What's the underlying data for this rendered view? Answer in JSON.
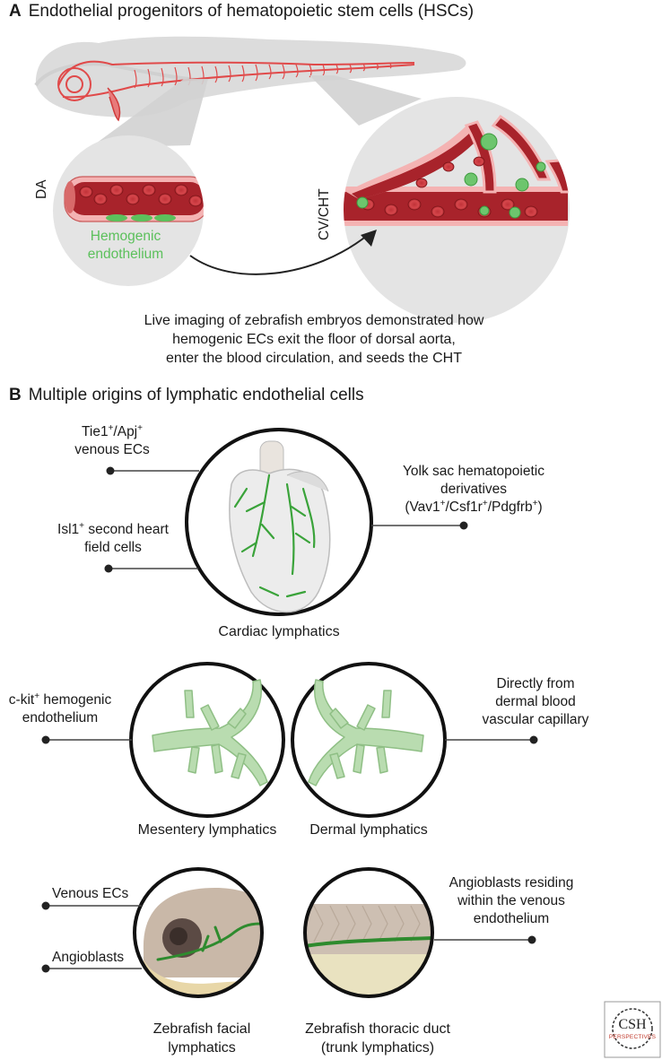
{
  "panel_a": {
    "letter": "A",
    "title": "Endothelial progenitors of hematopoietic stem cells (HSCs)",
    "label_da": "DA",
    "label_cvcht": "CV/CHT",
    "hemogenic_line1": "Hemogenic",
    "hemogenic_line2": "endothelium",
    "caption_line1": "Live imaging of zebrafish embryos demonstrated how",
    "caption_line2": "hemogenic ECs exit the floor of dorsal aorta,",
    "caption_line3": "enter the blood circulation, and seeds the CHT"
  },
  "panel_b": {
    "letter": "B",
    "title": "Multiple origins of lymphatic endothelial cells",
    "tie1_base": "Tie1",
    "tie1_sup": "+",
    "apj_base": "/Apj",
    "apj_sup": "+",
    "venous_ecs": "venous ECs",
    "isl1_base": "Isl1",
    "isl1_sup": "+",
    "isl1_rest": " second heart",
    "field_cells": "field cells",
    "yolk_line1": "Yolk sac hematopoietic",
    "yolk_line2": "derivatives",
    "yolk_line3_a": "(Vav1",
    "yolk_line3_sup1": "+",
    "yolk_line3_b": "/Csf1r",
    "yolk_line3_sup2": "+",
    "yolk_line3_c": "/Pdgfrb",
    "yolk_line3_sup3": "+",
    "yolk_line3_d": ")",
    "cardiac_caption": "Cardiac lymphatics",
    "ckit_base": "c-kit",
    "ckit_sup": "+",
    "ckit_rest": " hemogenic",
    "ckit_line2": "endothelium",
    "directly_line1": "Directly from",
    "directly_line2": "dermal blood",
    "directly_line3": "vascular capillary",
    "mesentery_caption": "Mesentery lymphatics",
    "dermal_caption": "Dermal lymphatics",
    "venous_ecs2": "Venous ECs",
    "angioblasts": "Angioblasts",
    "angio_res_line1": "Angioblasts residing",
    "angio_res_line2": "within the venous",
    "angio_res_line3": "endothelium",
    "zf_facial_line1": "Zebrafish facial",
    "zf_facial_line2": "lymphatics",
    "zf_thoracic_line1": "Zebrafish thoracic duct",
    "zf_thoracic_line2": "(trunk lymphatics)"
  },
  "logo": {
    "text": "CSH",
    "subtext": "PERSPECTIVES"
  },
  "colors": {
    "vessel_red": "#c0303a",
    "vessel_pink": "#f2a6a6",
    "hemogenic_green": "#5cc05c",
    "lymph_green": "#3aa33a",
    "lymph_pale": "#b9dcb0",
    "circle_fill": "#e4e4e4",
    "embryo_gray": "#d9d9d9"
  }
}
